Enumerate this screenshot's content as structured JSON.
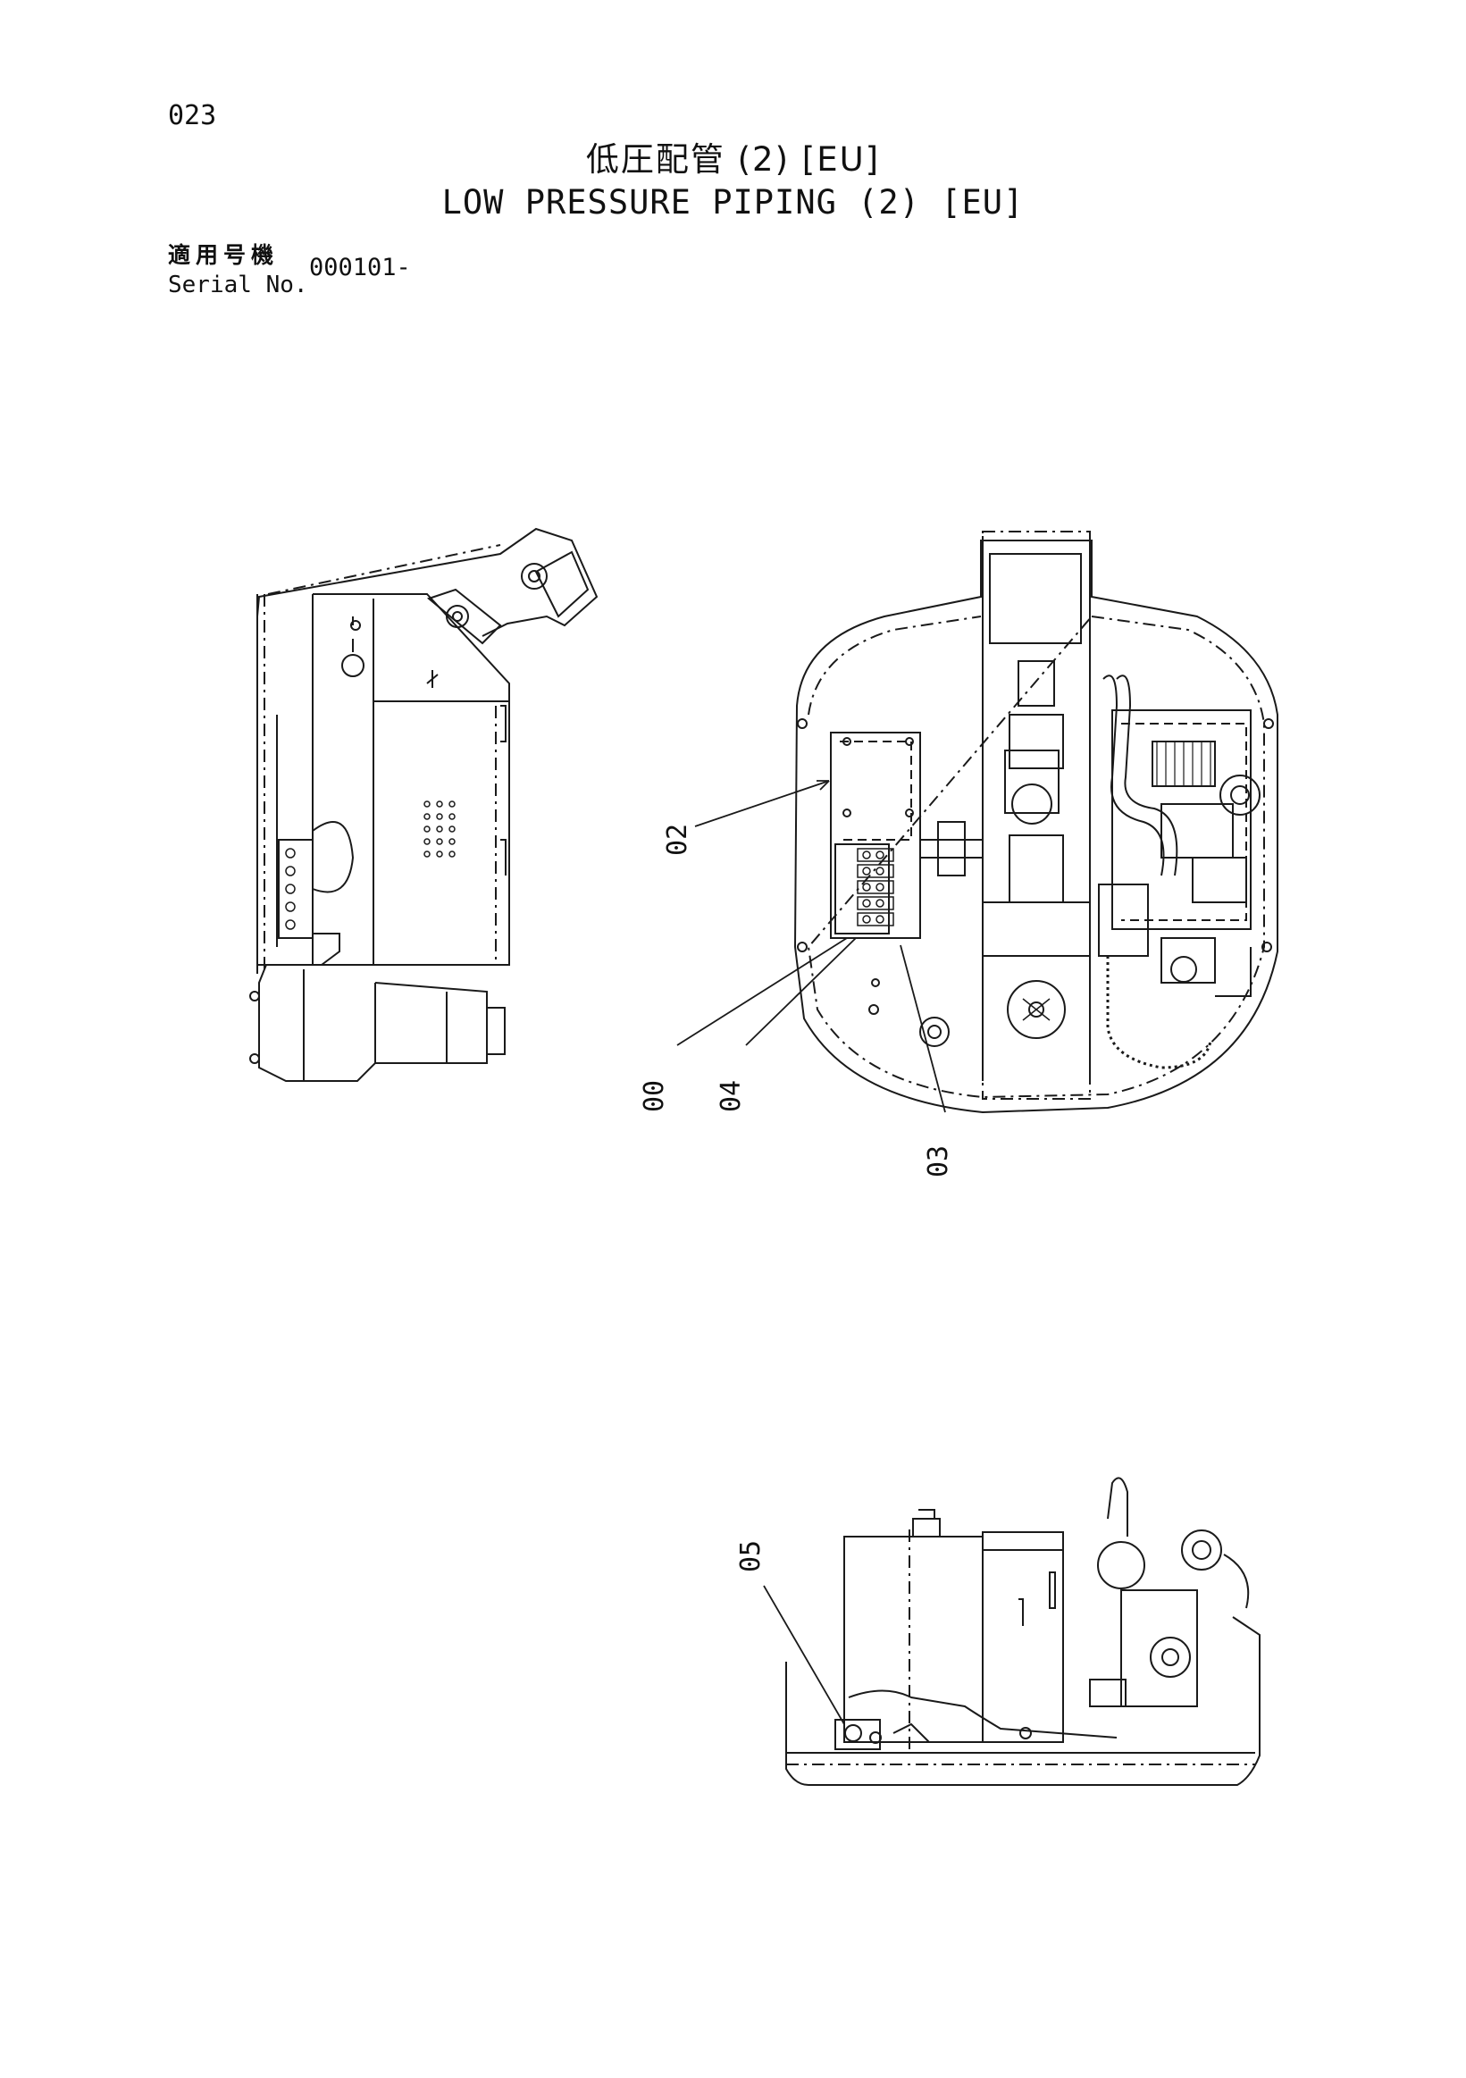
{
  "header": {
    "page_number": "023",
    "title_jp": "低圧配管 (2) [EU]",
    "title_en": "LOW PRESSURE PIPING (2) [EU]",
    "serial_label_jp": "適用号機",
    "serial_label_en": "Serial No.",
    "serial_value": "000101-"
  },
  "callouts": {
    "c02": "02",
    "c00": "00",
    "c04": "04",
    "c03": "03",
    "c05": "05"
  }
}
